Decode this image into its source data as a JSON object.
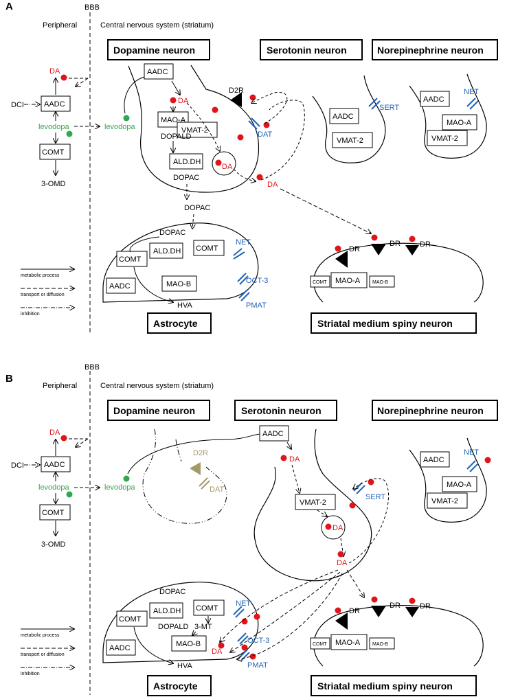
{
  "panelA": {
    "label": "A",
    "bbb": "BBB",
    "peripheral": "Peripheral",
    "cns": "Central nervous system (striatum)",
    "dopamine_neuron": "Dopamine neuron",
    "serotonin_neuron": "Serotonin neuron",
    "norepinephrine_neuron": "Norepinephrine neuron",
    "astrocyte": "Astrocyte",
    "msn": "Striatal medium spiny neuron",
    "da": "DA",
    "dci": "DCI",
    "aadc": "AADC",
    "levodopa": "levodopa",
    "comt": "COMT",
    "omd": "3-OMD",
    "maoa": "MAO-A",
    "maob": "MAO-B",
    "vmat2": "VMAT-2",
    "dopald": "DOPALD",
    "aldh": "ALD.DH",
    "dopac": "DOPAC",
    "hva": "HVA",
    "d2r": "D2R",
    "dat": "DAT",
    "sert": "SERT",
    "net": "NET",
    "oct3": "OCT-3",
    "pmat": "PMAT",
    "dr": "DR",
    "legend_metabolic": "metabolic process",
    "legend_transport": "transport or diffusion",
    "legend_inhibition": "inhibition"
  },
  "panelB": {
    "label": "B",
    "bbb": "BBB",
    "peripheral": "Peripheral",
    "cns": "Central nervous system (striatum)",
    "dopamine_neuron": "Dopamine neuron",
    "serotonin_neuron": "Serotonin neuron",
    "norepinephrine_neuron": "Norepinephrine neuron",
    "astrocyte": "Astrocyte",
    "msn": "Striatal medium spiny neuron",
    "three_mt": "3-MT"
  },
  "colors": {
    "red": "#e0151b",
    "blue": "#1f63b5",
    "green": "#2fa84f",
    "tan": "#a39a6a"
  }
}
